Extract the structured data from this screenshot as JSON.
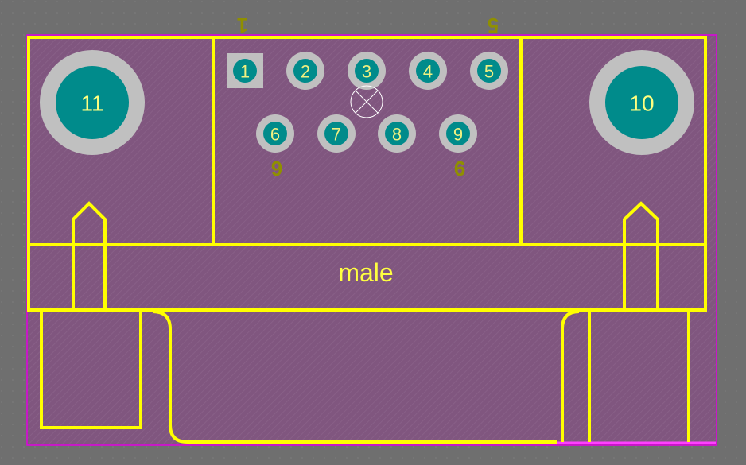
{
  "connector": {
    "label": "male",
    "mount_holes": [
      {
        "number": "11"
      },
      {
        "number": "10"
      }
    ],
    "pins_top_row": [
      "1",
      "2",
      "3",
      "4",
      "5"
    ],
    "pins_bottom_row": [
      "6",
      "7",
      "8",
      "9"
    ],
    "silkscreen_marks": {
      "top_left": "1",
      "top_right": "5",
      "bottom_left": "6",
      "bottom_right": "9"
    }
  },
  "colors": {
    "background": "#6f6f6f",
    "board_fill": "#80567f",
    "outline": "#ffff00",
    "board_edge": "#e000e0",
    "pad_ring": "#c0c0c0",
    "pad_copper": "#008b8b",
    "pad_text": "#f0f080",
    "silk_mark": "#8f8f00",
    "mount_text": "#ffff80"
  },
  "icons": {
    "via_marker": "crossed-circle-icon"
  }
}
